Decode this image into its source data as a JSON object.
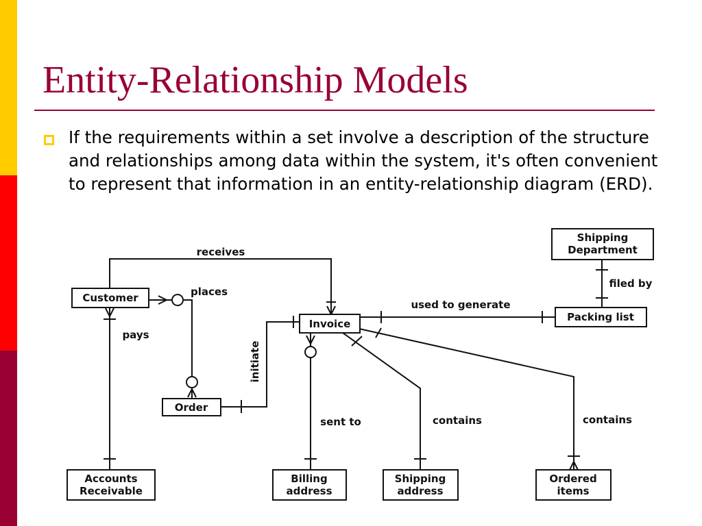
{
  "slide": {
    "title": "Entity-Relationship Models",
    "bullet": "If the requirements within a set involve a description of the structure and relationships among data within the system, it's often convenient to represent that information in an entity-relationship diagram (ERD)."
  },
  "colors": {
    "title": "#990033",
    "bar_yellow": "#ffcc00",
    "bar_red": "#ff0000",
    "bar_darkred": "#990033",
    "bullet_marker": "#ffcc00"
  },
  "diagram": {
    "entities": {
      "shipping_department": [
        "Shipping",
        "Department"
      ],
      "customer": "Customer",
      "invoice": "Invoice",
      "packing_list": "Packing list",
      "order": "Order",
      "accounts_receivable": [
        "Accounts",
        "Receivable"
      ],
      "billing_address": [
        "Billing",
        "address"
      ],
      "shipping_address": [
        "Shipping",
        "address"
      ],
      "ordered_items": [
        "Ordered",
        "items"
      ]
    },
    "relationships": {
      "receives": "receives",
      "places": "places",
      "pays": "pays",
      "initiate": "initiate",
      "used_to_generate": "used to generate",
      "filed_by": "filed by",
      "sent_to": "sent to",
      "contains_shipping": "contains",
      "contains_items": "contains"
    }
  }
}
